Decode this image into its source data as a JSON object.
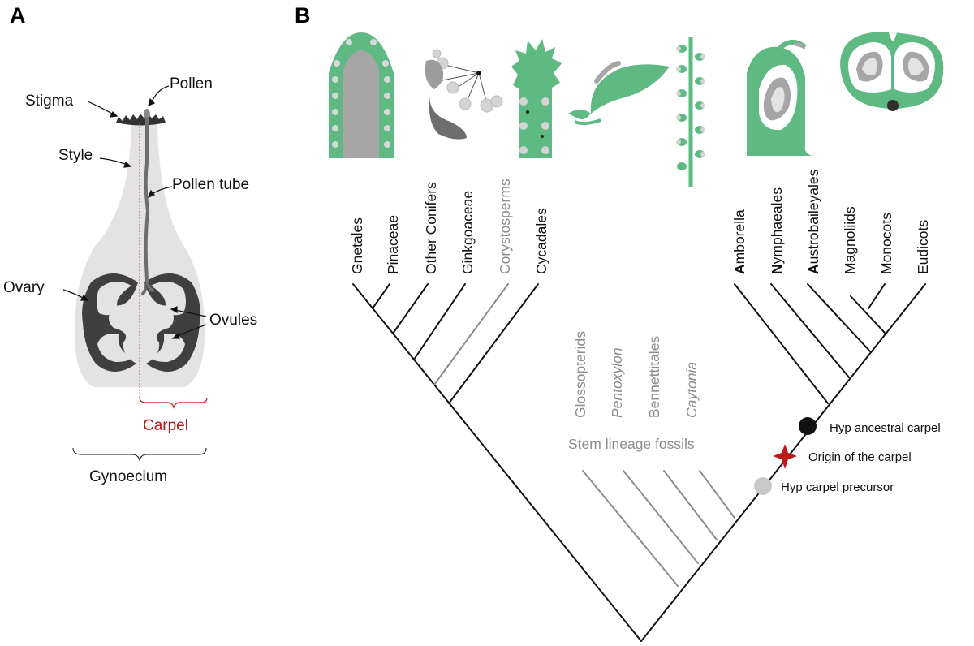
{
  "panel_a": {
    "letter": "A",
    "labels": {
      "pollen": "Pollen",
      "stigma": "Stigma",
      "style": "Style",
      "pollen_tube": "Pollen tube",
      "ovary": "Ovary",
      "ovules": "Ovules",
      "carpel": "Carpel",
      "gynoecium": "Gynoecium"
    }
  },
  "panel_b": {
    "letter": "B",
    "taxa": [
      {
        "name": "Gnetales"
      },
      {
        "name": "Pinaceae"
      },
      {
        "name": "Other Conifers"
      },
      {
        "name": "Ginkgoaceae"
      },
      {
        "name": "Corystosperms"
      },
      {
        "name": "Cycadales"
      },
      {
        "initial": "A",
        "rest": "mborella"
      },
      {
        "initial": "N",
        "rest": "ymphaeales"
      },
      {
        "initial": "A",
        "rest": "ustrobaileyales"
      },
      {
        "name": "Magnoliids"
      },
      {
        "name": "Monocots"
      },
      {
        "name": "Eudicots"
      }
    ],
    "fossils": [
      {
        "name": "Glossopterids"
      },
      {
        "name": "Pentoxylon"
      },
      {
        "name": "Bennettitales"
      },
      {
        "name": "Caytonia"
      }
    ],
    "stem_label": "Stem lineage fossils",
    "legend": {
      "ancestral": "Hyp ancestral carpel",
      "origin": "Origin of the carpel",
      "precursor": "Hyp carpel precursor"
    }
  },
  "colors": {
    "green": "#5fb982",
    "grey_tissue": "#e3e3e3",
    "dark_grey": "#3f3f3f",
    "mid_grey": "#a6a6a6",
    "red": "#c01818",
    "branch_grey": "#8c8c8c"
  }
}
